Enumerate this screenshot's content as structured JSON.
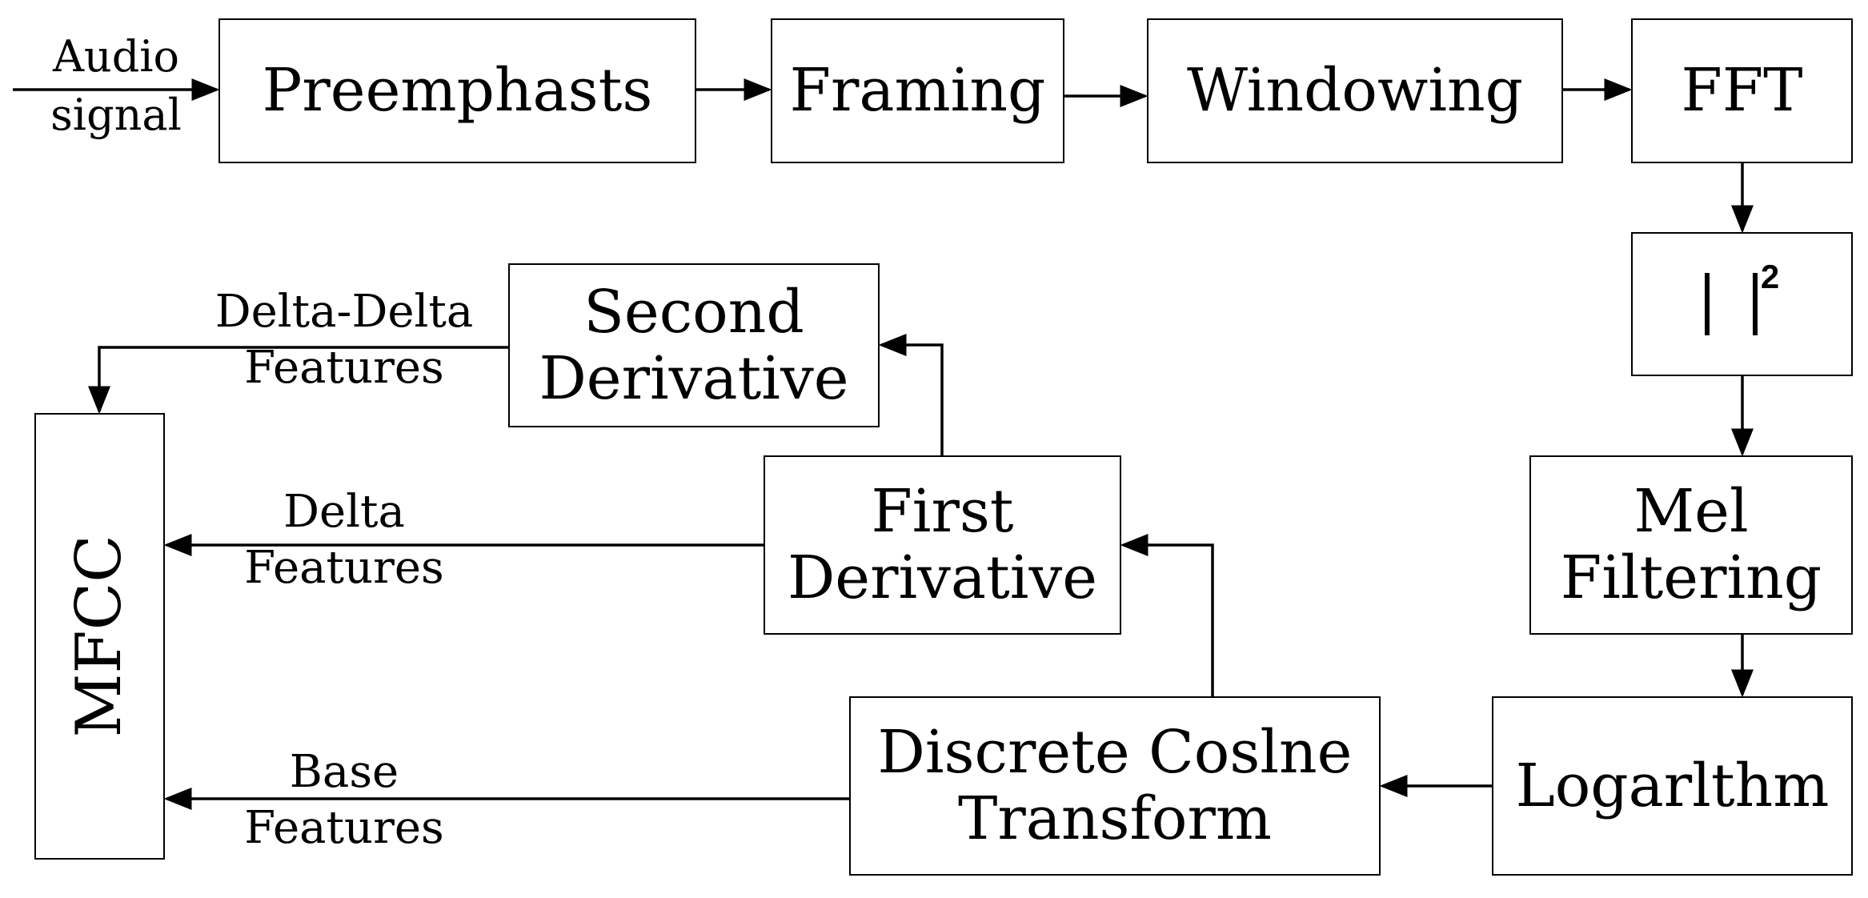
{
  "input_label": "Audio\nsignal",
  "blocks": {
    "preemphasis": "Preemphasts",
    "framing": "Framing",
    "windowing": "Windowing",
    "fft": "FFT",
    "magnitude_squared_superscript": "2",
    "mel_filtering": "Mel\nFiltering",
    "logarithm": "Logarlthm",
    "dct": "Discrete Coslne\nTransform",
    "first_derivative": "First\nDerivative",
    "second_derivative": "Second\nDerivative",
    "mfcc": "MFCC"
  },
  "feature_labels": {
    "delta_delta": "Delta-Delta\nFeatures",
    "delta": "Delta\nFeatures",
    "base": "Base\nFeatures"
  }
}
